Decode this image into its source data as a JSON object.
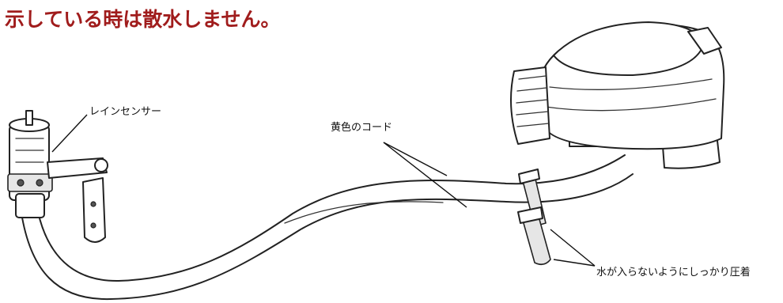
{
  "heading": "示している時は散水しません。",
  "labels": {
    "rain_sensor": "レインセンサー",
    "yellow_cord": "黄色のコード",
    "crimp_note": "水が入らないようにしっかり圧着"
  },
  "colors": {
    "heading": "#a01c1c",
    "line_art": "#222222",
    "background": "#ffffff"
  }
}
